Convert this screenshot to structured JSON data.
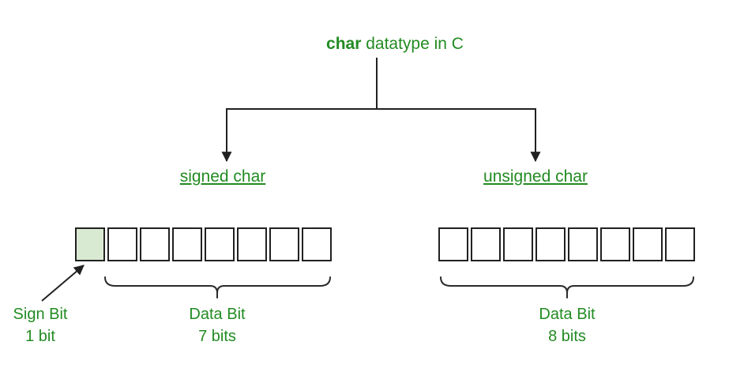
{
  "title": {
    "keyword": "char",
    "rest": " datatype in C"
  },
  "branches": {
    "left": {
      "label": "signed char"
    },
    "right": {
      "label": "unsigned char"
    }
  },
  "registers": {
    "signed": {
      "cells": 8,
      "sign_cells": 1,
      "total_bits": 8,
      "sign_bits": 1,
      "data_bits": 7
    },
    "unsigned": {
      "cells": 8,
      "sign_cells": 0,
      "total_bits": 8,
      "data_bits": 8
    }
  },
  "captions": {
    "sign_bit": {
      "line1": "Sign Bit",
      "line2": "1 bit"
    },
    "data_bits_signed": {
      "line1": "Data Bit",
      "line2": "7 bits"
    },
    "data_bits_unsigned": {
      "line1": "Data Bit",
      "line2": "8 bits"
    }
  },
  "icons": {
    "arrows": [
      "down-arrow-left-branch",
      "down-arrow-right-branch",
      "sign-bit-pointer-arrow"
    ],
    "braces": [
      "brace-under-7-data-bits",
      "brace-under-8-data-bits"
    ]
  },
  "colors": {
    "text_green": "#228b22",
    "sign_bit_fill": "#d9ead3",
    "line_black": "#212121"
  }
}
